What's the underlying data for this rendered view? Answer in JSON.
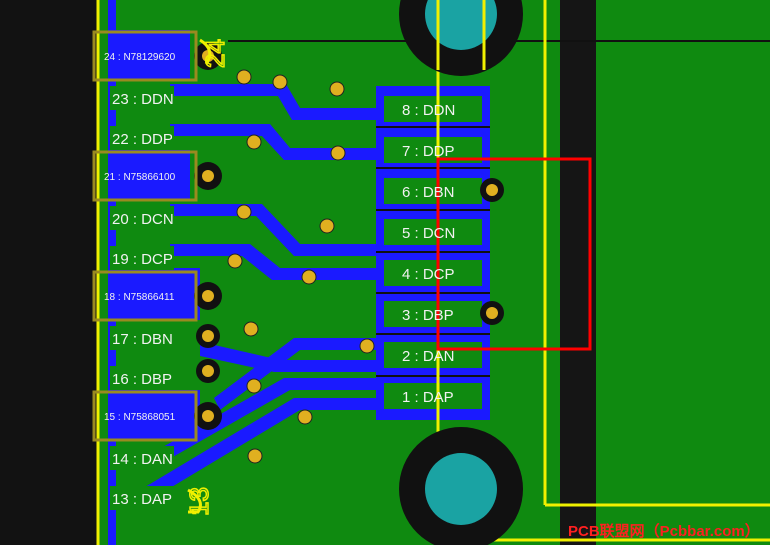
{
  "left_pins": [
    {
      "label": "23 : DDN"
    },
    {
      "label": "22 : DDP"
    },
    {
      "label": "20 : DCN"
    },
    {
      "label": "19 : DCP"
    },
    {
      "label": "17 : DBN"
    },
    {
      "label": "16 : DBP"
    },
    {
      "label": "14 : DAN"
    },
    {
      "label": "13 : DAP"
    }
  ],
  "net_labels": [
    {
      "label": "24 : N78129620"
    },
    {
      "label": "21 : N75866100"
    },
    {
      "label": "18 : N75866411"
    },
    {
      "label": "15 : N75868051"
    }
  ],
  "right_pins": [
    {
      "label": "8 : DDN"
    },
    {
      "label": "7 : DDP"
    },
    {
      "label": "6 : DBN"
    },
    {
      "label": "5 : DCN"
    },
    {
      "label": "4 : DCP"
    },
    {
      "label": "3 : DBP"
    },
    {
      "label": "2 : DAN"
    },
    {
      "label": "1 : DAP"
    }
  ],
  "silk_numbers": {
    "top": "24",
    "bottom": "13"
  },
  "watermark": "PCB联盟网（Pcbbar.com）",
  "colors": {
    "board": "#0f8a10",
    "copper": "#1a1aff",
    "silk": "#f0f000",
    "highlight": "#ff0000",
    "pad": "#e0b020",
    "hole": "#1aa3a3"
  }
}
